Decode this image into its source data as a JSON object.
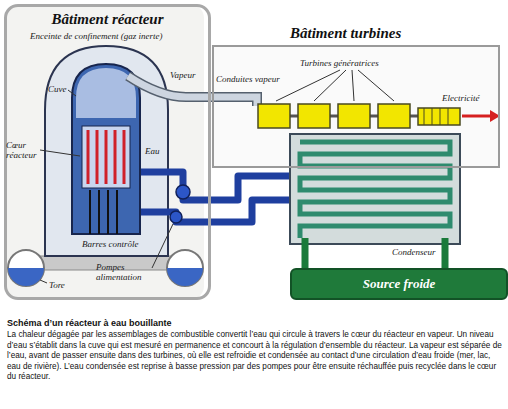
{
  "diagram": {
    "title": "Schéma d’un réacteur à eau bouillante",
    "caption": "La chaleur dégagée par les assemblages de combustible convertit l’eau qui circule à travers le cœur du réacteur en vapeur. Un niveau d’eau s’établit dans la cuve qui est mesuré en permanence et concourt à la régulation d’ensemble du réacteur. La vapeur est séparée de l’eau, avant de passer ensuite dans des turbines, où elle est refroidie et condensée au contact d’une circulation d’eau froide (mer, lac, eau de rivière). L’eau condensée est reprise à basse pression par des pompes pour être ensuite réchauffée puis recyclée dans le cœur du réacteur.",
    "nodes": [
      {
        "text": [
          "Bâtiment réacteur"
        ]
      },
      {
        "text": [
          "Bâtiment turbines"
        ]
      },
      {
        "text": [
          "Source froide"
        ]
      }
    ],
    "labels": [
      "Enceinte de confinement (gaz inerte)",
      "Cuve",
      "Vapeur",
      "Cœur réacteur",
      "Eau",
      "Barres contrôle",
      "Pompes alimentation",
      "Tore",
      "Conduites vapeur",
      "Turbines génératrices",
      "Electricité",
      "Condenseur"
    ]
  }
}
